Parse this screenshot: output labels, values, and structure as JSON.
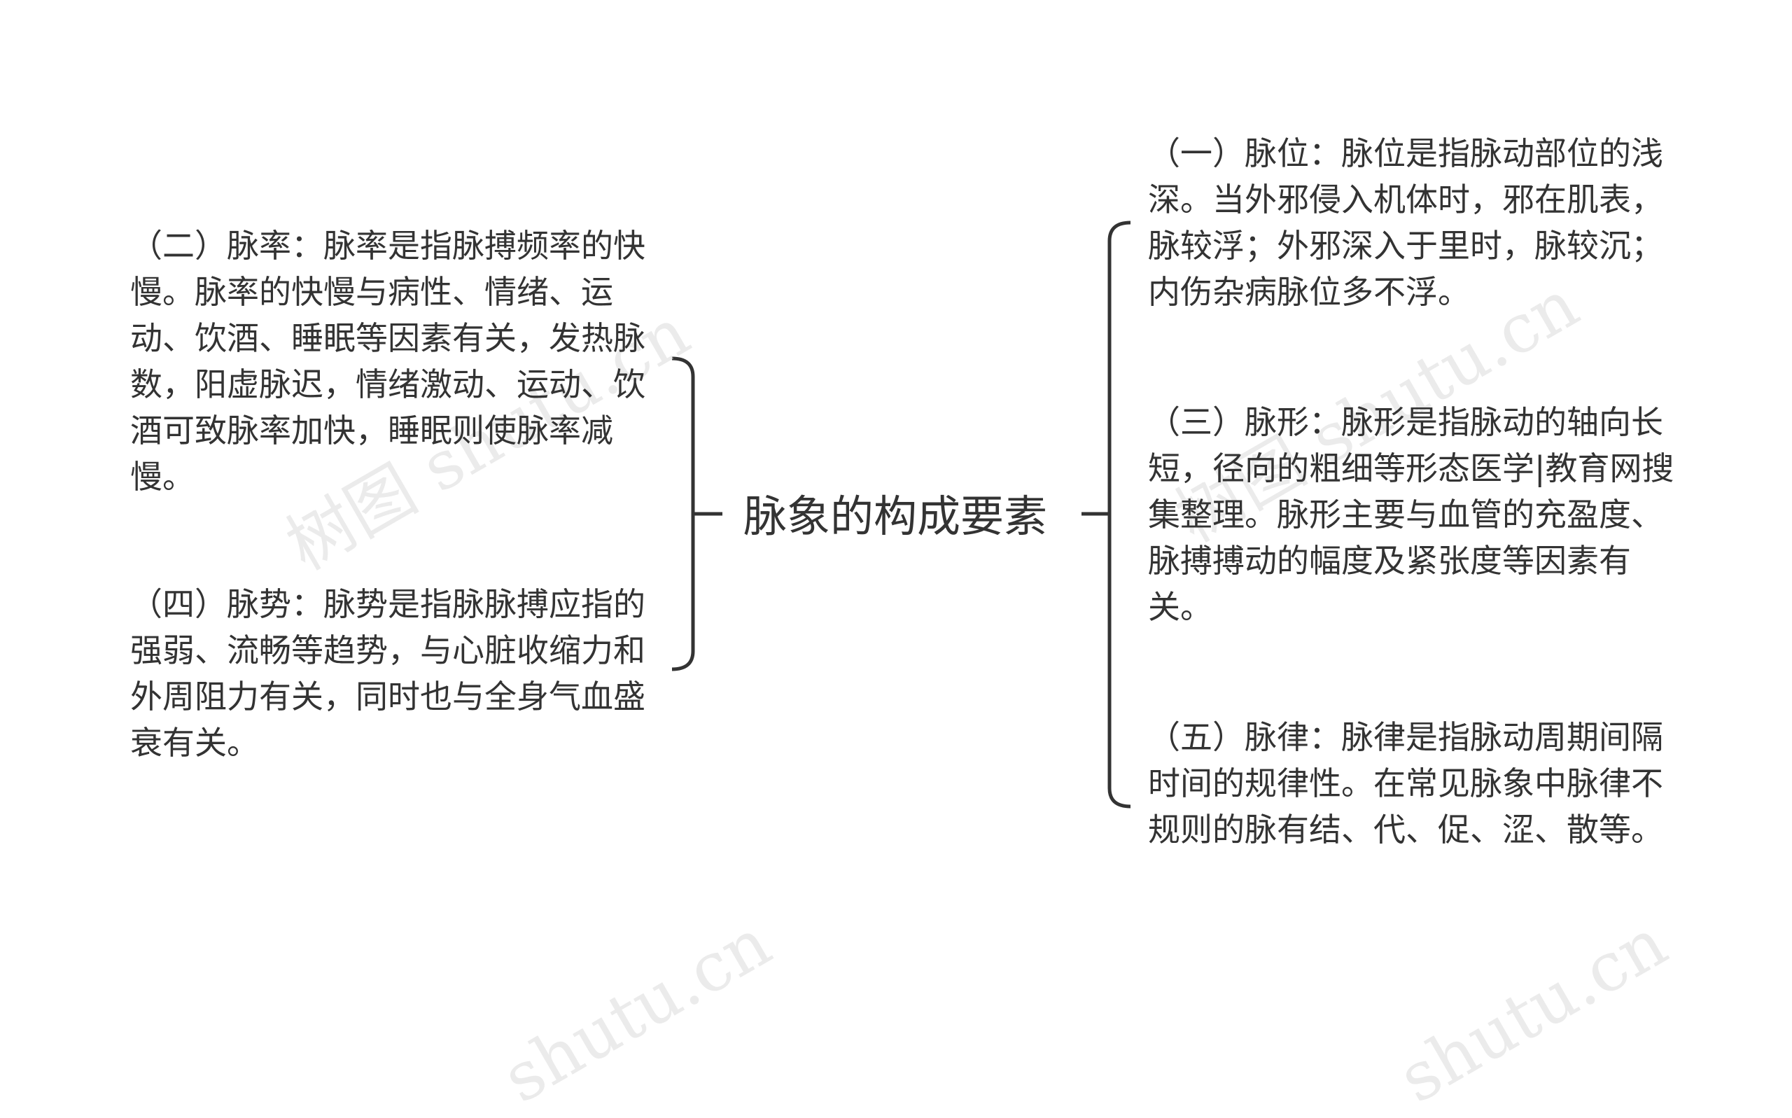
{
  "center": {
    "title": "脉象的构成要素"
  },
  "left_nodes": [
    {
      "text": "（二）脉率：脉率是指脉搏频率的快慢。脉率的快慢与病性、情绪、运动、饮酒、睡眠等因素有关，发热脉数，阳虚脉迟，情绪激动、运动、饮酒可致脉率加快，睡眠则使脉率减慢。"
    },
    {
      "text": "（四）脉势：脉势是指脉脉搏应指的强弱、流畅等趋势，与心脏收缩力和外周阻力有关，同时也与全身气血盛衰有关。"
    }
  ],
  "right_nodes": [
    {
      "text": "（一）脉位：脉位是指脉动部位的浅深。当外邪侵入机体时，邪在肌表，脉较浮；外邪深入于里时，脉较沉；内伤杂病脉位多不浮。"
    },
    {
      "text": "（三）脉形：脉形是指脉动的轴向长短，径向的粗细等形态医学|教育网搜集整理。脉形主要与血管的充盈度、脉搏搏动的幅度及紧张度等因素有关。"
    },
    {
      "text": "（五）脉律：脉律是指脉动周期间隔时间的规律性。在常见脉象中脉律不规则的脉有结、代、促、涩、散等。"
    }
  ],
  "watermarks": [
    "树图 shutu.cn",
    "树图 shutu.cn",
    "shutu.cn",
    "shutu.cn"
  ],
  "colors": {
    "line": "#333333",
    "text": "#333333",
    "watermark": "#dcdcdc"
  }
}
